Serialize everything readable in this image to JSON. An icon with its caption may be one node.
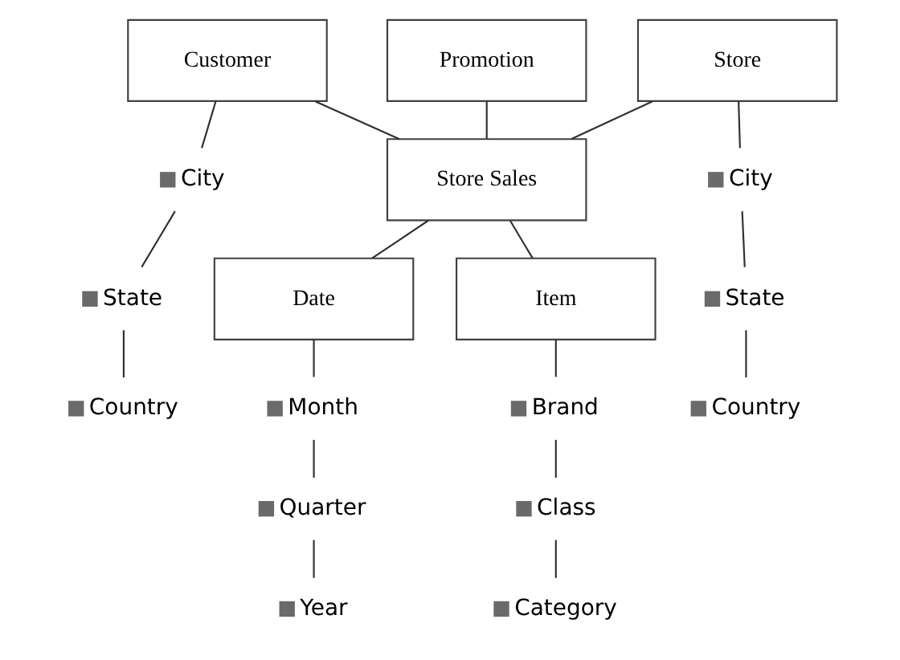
{
  "diagram": {
    "nodes": [
      {
        "text": [
          "Promotion"
        ]
      },
      {
        "text": [
          "Customer"
        ]
      },
      {
        "text": [
          "City"
        ]
      },
      {
        "text": [
          "State"
        ]
      },
      {
        "text": [
          "Country"
        ]
      },
      {
        "text": [
          "Store"
        ]
      },
      {
        "text": [
          "Store Sales"
        ]
      },
      {
        "text": [
          "City"
        ]
      },
      {
        "text": [
          "State"
        ]
      },
      {
        "text": [
          "Country"
        ]
      },
      {
        "text": [
          "Date"
        ]
      },
      {
        "text": [
          "Item"
        ]
      },
      {
        "text": [
          "Month"
        ]
      },
      {
        "text": [
          "Quarter"
        ]
      },
      {
        "text": [
          "Year"
        ]
      },
      {
        "text": [
          "Brand"
        ]
      },
      {
        "text": [
          "Class"
        ]
      },
      {
        "text": [
          "Category"
        ]
      }
    ],
    "edges": [
      {
        "from": 1,
        "to": 6,
        "arrow": "none"
      },
      {
        "from": 0,
        "to": 6,
        "arrow": "none"
      },
      {
        "from": 5,
        "to": 6,
        "arrow": "none"
      },
      {
        "from": 6,
        "to": 10,
        "arrow": "none"
      },
      {
        "from": 6,
        "to": 11,
        "arrow": "none"
      },
      {
        "from": 1,
        "to": 2,
        "arrow": "none"
      },
      {
        "from": 2,
        "to": 3,
        "arrow": "none"
      },
      {
        "from": 3,
        "to": 4,
        "arrow": "none"
      },
      {
        "from": 5,
        "to": 7,
        "arrow": "none"
      },
      {
        "from": 7,
        "to": 8,
        "arrow": "none"
      },
      {
        "from": 8,
        "to": 9,
        "arrow": "none"
      },
      {
        "from": 10,
        "to": 12,
        "arrow": "none"
      },
      {
        "from": 12,
        "to": 13,
        "arrow": "none"
      },
      {
        "from": 13,
        "to": 14,
        "arrow": "none"
      },
      {
        "from": 11,
        "to": 15,
        "arrow": "none"
      },
      {
        "from": 15,
        "to": 16,
        "arrow": "none"
      },
      {
        "from": 16,
        "to": 17,
        "arrow": "none"
      }
    ]
  }
}
